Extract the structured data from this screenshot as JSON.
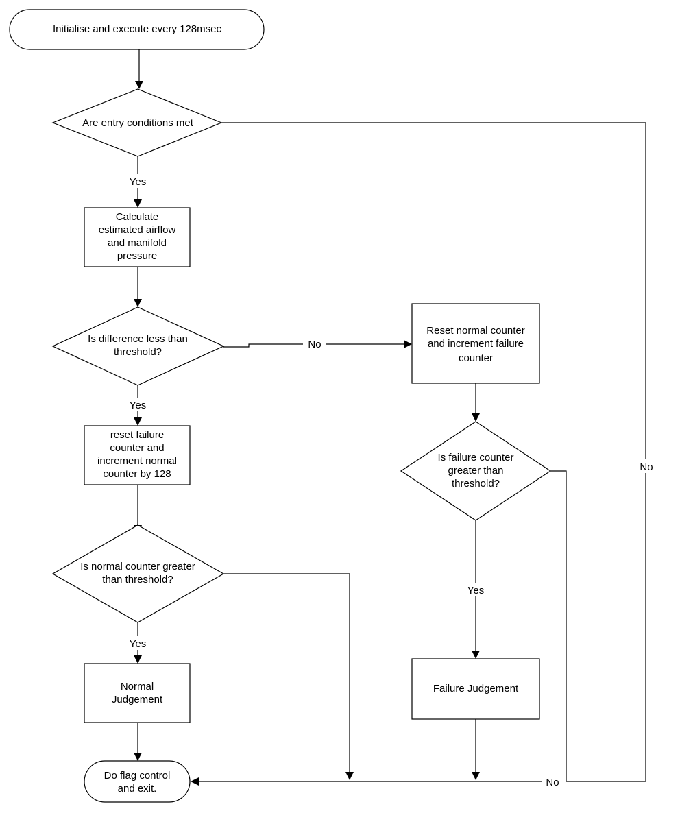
{
  "nodes": {
    "start": "Initialise and execute every 128msec",
    "entry_decision": "Are entry conditions met",
    "calculate": [
      "Calculate",
      "estimated airflow",
      "and manifold",
      "pressure"
    ],
    "difference_decision": [
      "Is difference less than",
      "threshold?"
    ],
    "reset_failure": [
      "reset failure",
      "counter and",
      "increment normal",
      "counter by 128"
    ],
    "normal_decision": [
      "Is normal counter greater",
      "than threshold?"
    ],
    "normal_judgement": [
      "Normal",
      "Judgement"
    ],
    "end": [
      "Do flag control",
      "and exit."
    ],
    "reset_normal": [
      "Reset normal counter",
      "and increment failure",
      "counter"
    ],
    "failure_decision": [
      "Is failure counter",
      "greater than",
      "threshold?"
    ],
    "failure_judgement": "Failure Judgement"
  },
  "edge_labels": {
    "entry_yes": "Yes",
    "difference_yes": "Yes",
    "difference_no": "No",
    "normal_yes": "Yes",
    "failure_yes": "Yes",
    "failure_no": "No",
    "entry_no": "No"
  }
}
